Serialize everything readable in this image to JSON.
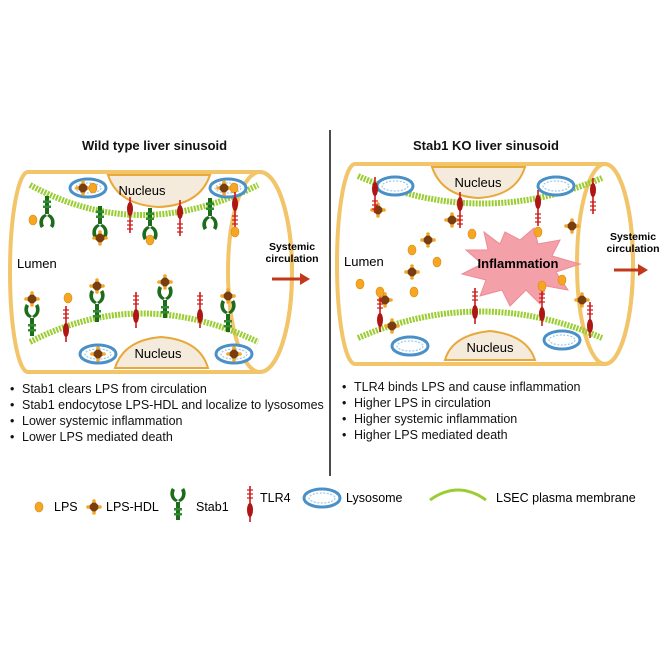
{
  "left_panel": {
    "title": "Wild type liver sinusoid",
    "nucleus_top": "Nucleus",
    "nucleus_bottom": "Nucleus",
    "lumen": "Lumen",
    "systemic_line1": "Systemic",
    "systemic_line2": "circulation",
    "bullets": [
      "Stab1 clears LPS from circulation",
      "Stab1 endocytose LPS-HDL and localize to lysosomes",
      "Lower systemic inflammation",
      "Lower LPS mediated death"
    ]
  },
  "right_panel": {
    "title": "Stab1 KO liver sinusoid",
    "nucleus_top": "Nucleus",
    "nucleus_bottom": "Nucleus",
    "lumen": "Lumen",
    "inflammation": "Inflammation",
    "systemic_line1": "Systemic",
    "systemic_line2": "circulation",
    "bullets": [
      "TLR4 binds LPS and cause inflammation",
      "Higher LPS in circulation",
      "Higher systemic inflammation",
      "Higher LPS mediated death"
    ]
  },
  "legend": {
    "lps": "LPS",
    "lps_hdl": "LPS-HDL",
    "stab1": "Stab1",
    "tlr4": "TLR4",
    "lysosome": "Lysosome",
    "membrane": "LSEC plasma membrane"
  },
  "colors": {
    "tube_outline": "#F2C56B",
    "membrane": "#9ACD32",
    "stab1": "#1E6B1E",
    "tlr4": "#CC1A1A",
    "lps": "#F5A623",
    "lps_hdl": "#7A3E0E",
    "lysosome": "#4A90C8",
    "inflammation": "#F4A0A8",
    "arrow": "#C0391B"
  }
}
